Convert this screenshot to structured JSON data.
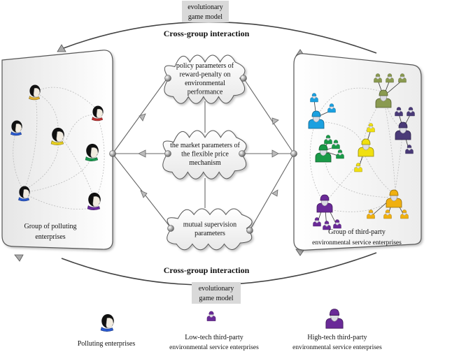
{
  "top_model_box": {
    "line1": "evolutionary",
    "line2": "game model"
  },
  "bottom_model_box": {
    "line1": "evolutionary",
    "line2": "game model"
  },
  "top_interaction_label": "Cross-group interaction",
  "bottom_interaction_label": "Cross-group interaction",
  "left_group": {
    "label_line1": "Group of polluting",
    "label_line2": "enterprises",
    "members": [
      {
        "collar": "#e0b030"
      },
      {
        "collar": "#2a5ad0"
      },
      {
        "collar": "#e8d020"
      },
      {
        "collar": "#c03030"
      },
      {
        "collar": "#1a9a50"
      },
      {
        "collar": "#2a5ad0"
      },
      {
        "collar": "#6a2aa0"
      }
    ]
  },
  "right_group": {
    "label_line1": "Group of  third-party",
    "label_line2": "environmental service enterprises",
    "clusters": [
      {
        "name": "olive",
        "color": "#8a9a50",
        "children": 3
      },
      {
        "name": "blue",
        "color": "#1aa0e0",
        "children": 2
      },
      {
        "name": "navy-purple",
        "color": "#4a3a78",
        "children": 3
      },
      {
        "name": "green",
        "color": "#1a9a48",
        "children": 3
      },
      {
        "name": "yellow",
        "color": "#f0e010",
        "children": 2
      },
      {
        "name": "purple",
        "color": "#6a2a98",
        "children": 3
      },
      {
        "name": "orange",
        "color": "#f0b010",
        "children": 3
      }
    ]
  },
  "clouds": [
    {
      "id": "policy",
      "lines": [
        "policy parameters of",
        "reward-penalty on",
        "environmental",
        "performance"
      ]
    },
    {
      "id": "market",
      "lines": [
        "the market parameters of",
        "the flexible price",
        "mechanism"
      ]
    },
    {
      "id": "supervision",
      "lines": [
        "mutual supervision",
        "parameters"
      ]
    }
  ],
  "legend": [
    {
      "icon": "polluting-enterprise-icon",
      "lines": [
        "Polluting enterprises"
      ]
    },
    {
      "icon": "low-tech-enterprise-icon",
      "lines": [
        "Low-tech third-party",
        "environmental service enterprises"
      ]
    },
    {
      "icon": "high-tech-enterprise-icon",
      "lines": [
        "High-tech third-party",
        "environmental service enterprises"
      ]
    }
  ],
  "colors": {
    "panel_stroke": "#555555",
    "model_box_fill": "#d9d9d9",
    "arc_stroke": "#444444",
    "legend_purple": "#6a2a98"
  }
}
